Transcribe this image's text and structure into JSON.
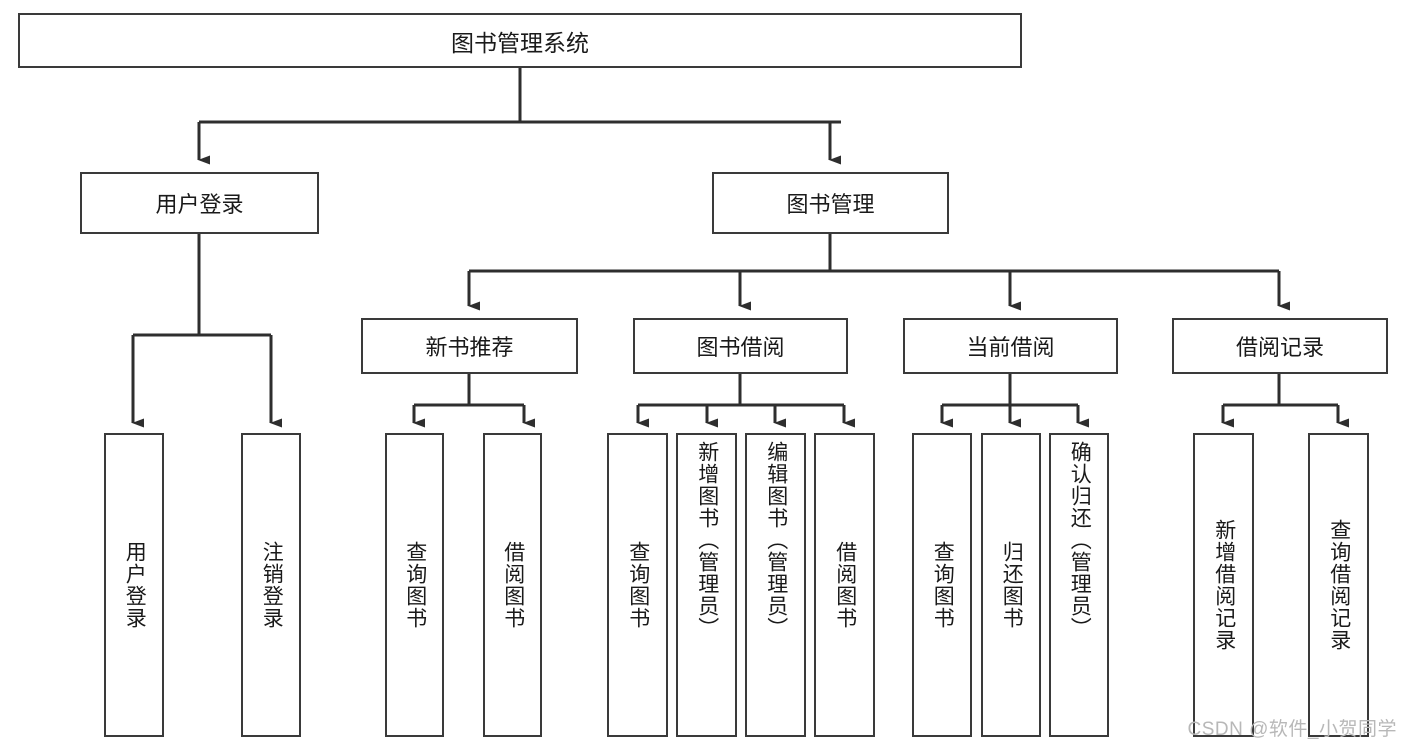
{
  "diagram": {
    "title": "图书管理系统",
    "type": "hierarchy-tree",
    "stroke_color": "#3a3a3a",
    "background_color": "#ffffff",
    "text_color": "#1a1a1a"
  },
  "root": {
    "label": "图书管理系统"
  },
  "level2": [
    {
      "label": "用户登录"
    },
    {
      "label": "图书管理"
    }
  ],
  "level3": [
    {
      "label": "新书推荐"
    },
    {
      "label": "图书借阅"
    },
    {
      "label": "当前借阅"
    },
    {
      "label": "借阅记录"
    }
  ],
  "leaves": {
    "user_login": [
      {
        "label": "用户登录"
      },
      {
        "label": "注销登录"
      }
    ],
    "new_book_recommend": [
      {
        "label": "查询图书"
      },
      {
        "label": "借阅图书"
      }
    ],
    "book_borrow": [
      {
        "label": "查询图书"
      },
      {
        "label": "新增图书（管理员）"
      },
      {
        "label": "编辑图书（管理员）"
      },
      {
        "label": "借阅图书"
      }
    ],
    "current_borrow": [
      {
        "label": "查询图书"
      },
      {
        "label": "归还图书"
      },
      {
        "label": "确认归还（管理员）"
      }
    ],
    "borrow_records": [
      {
        "label": "新增借阅记录"
      },
      {
        "label": "查询借阅记录"
      }
    ]
  },
  "watermark": {
    "text": "CSDN @软件_小贺同学"
  }
}
